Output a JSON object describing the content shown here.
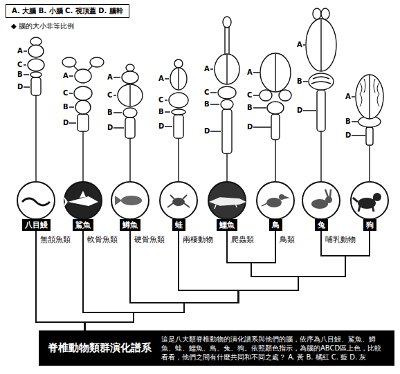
{
  "diagram": {
    "nodes": [
      {
        "text": [
          "A. 大腦 B. 小腦 C. 視頂蓋 D. 腦幹"
        ]
      },
      {
        "text": [
          "八目鰻"
        ]
      },
      {
        "text": [
          "鯊魚"
        ]
      },
      {
        "text": [
          "鱒魚"
        ]
      },
      {
        "text": [
          "蛙"
        ]
      },
      {
        "text": [
          "鱷魚"
        ]
      },
      {
        "text": [
          "鳥"
        ]
      },
      {
        "text": [
          "兔"
        ]
      },
      {
        "text": [
          "狗"
        ]
      },
      {
        "text": [
          "脊椎動物類群演化譜系",
          "這是八大類脊椎動物的演化譜系與他們的腦，依序為八目鰻、鯊魚、鱒魚、蛙、鱷魚、鳥、兔、狗。依照顏色指示，為腦的ABCD區上色，比較看看，他們之間有什麼共同和不同之處？ A. 黃 B. 橘紅 C. 藍 D. 灰"
        ]
      }
    ],
    "edges": [
      {
        "from": 1,
        "to": 9,
        "arrow": "none"
      },
      {
        "from": 2,
        "to": 9,
        "arrow": "none"
      },
      {
        "from": 3,
        "to": 9,
        "arrow": "none"
      },
      {
        "from": 4,
        "to": 9,
        "arrow": "none"
      },
      {
        "from": 5,
        "to": 9,
        "arrow": "none"
      },
      {
        "from": 6,
        "to": 9,
        "arrow": "none"
      },
      {
        "from": 7,
        "to": 9,
        "arrow": "none"
      },
      {
        "from": 8,
        "to": 9,
        "arrow": "none"
      }
    ],
    "labels": [
      "◆ 腦的大小非等比例",
      "A",
      "C",
      "B",
      "D",
      "A",
      "C",
      "B",
      "D",
      "A",
      "C",
      "B",
      "D",
      "A",
      "C",
      "B",
      "D",
      "A",
      "C",
      "B",
      "D",
      "A",
      "C",
      "B",
      "D",
      "A",
      "B",
      "D",
      "A",
      "B",
      "D",
      "無頷魚類",
      "軟骨魚類",
      "硬骨魚類",
      "兩棲動物",
      "爬蟲類",
      "鳥類",
      "哺乳動物"
    ]
  }
}
